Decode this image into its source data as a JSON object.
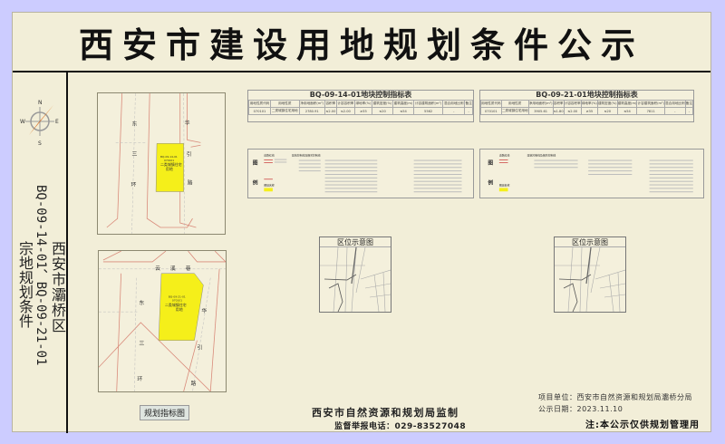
{
  "header": {
    "title": "西安市建设用地规划条件公示"
  },
  "side": {
    "line1": "西安市灞桥区",
    "line2": "BQ-09-14-01、BQ-09-21-01",
    "line3": "宗地规划条件",
    "compass": {
      "n": "N",
      "s": "S",
      "e": "E",
      "w": "W"
    }
  },
  "map1": {
    "roads": [
      "东",
      "三",
      "环",
      "华",
      "引",
      "路"
    ],
    "parcel": [
      "BQ-09-14-01",
      "070101",
      "二类城镇住宅",
      "用地"
    ]
  },
  "map2": {
    "roads": [
      "云",
      "溪",
      "巷",
      "东",
      "三",
      "环",
      "华",
      "引",
      "路"
    ],
    "parcel": [
      "BQ-09-21-01",
      "070101",
      "二类城镇住宅",
      "用地"
    ]
  },
  "map_button": "规划指标图",
  "tables": [
    {
      "title": "BQ-09-14-01地块控制指标表",
      "headers": [
        "用地性质代码",
        "用地性质",
        "净用地面积(m²)",
        "容积率",
        "计容容积率",
        "绿地率(%)",
        "建筑密度(%)",
        "建筑高度(m)",
        "计容建筑面积(m²)",
        "混合用地比例",
        "备注"
      ],
      "row": [
        "070101",
        "二类城镇住宅用地",
        "2780.91",
        "≤2.00",
        "≤2.00",
        "≥35",
        "≤20",
        "≤54",
        "5562",
        "-",
        "-"
      ]
    },
    {
      "title": "BQ-09-21-01地块控制指标表",
      "headers": [
        "用地性质代码",
        "用地性质",
        "净用地面积(m²)",
        "容积率",
        "计容容积率",
        "绿地率(%)",
        "建筑密度(%)",
        "建筑高度(m)",
        "计容建筑面积(m²)",
        "混合用地比例",
        "备注"
      ],
      "row": [
        "070101",
        "二类城镇住宅用地",
        "3905.61",
        "≤1.80",
        "≤2.00",
        "≥35",
        "≤20",
        "≤54",
        "7811",
        "-",
        "-"
      ]
    }
  ],
  "legend": {
    "side_label": [
      "图",
      "例"
    ],
    "heading1": "道路红线",
    "heading2": "建筑控制线及相关控制线",
    "heading3": "图斑名称"
  },
  "location_maps": [
    {
      "title": "区位示意图"
    },
    {
      "title": "区位示意图"
    }
  ],
  "footer": {
    "agency": "西安市自然资源和规划局监制",
    "hotline": "监督举报电话：029-83527048",
    "unit": "项目单位：西安市自然资源和规划局灞桥分局",
    "date": "公示日期：2023.11.10",
    "note": "注:本公示仅供规划管理用"
  },
  "colors": {
    "background": "#ccccff",
    "panel": "#f2eed8",
    "parcel": "#f5ef1a",
    "road_line": "#d98a7a"
  }
}
